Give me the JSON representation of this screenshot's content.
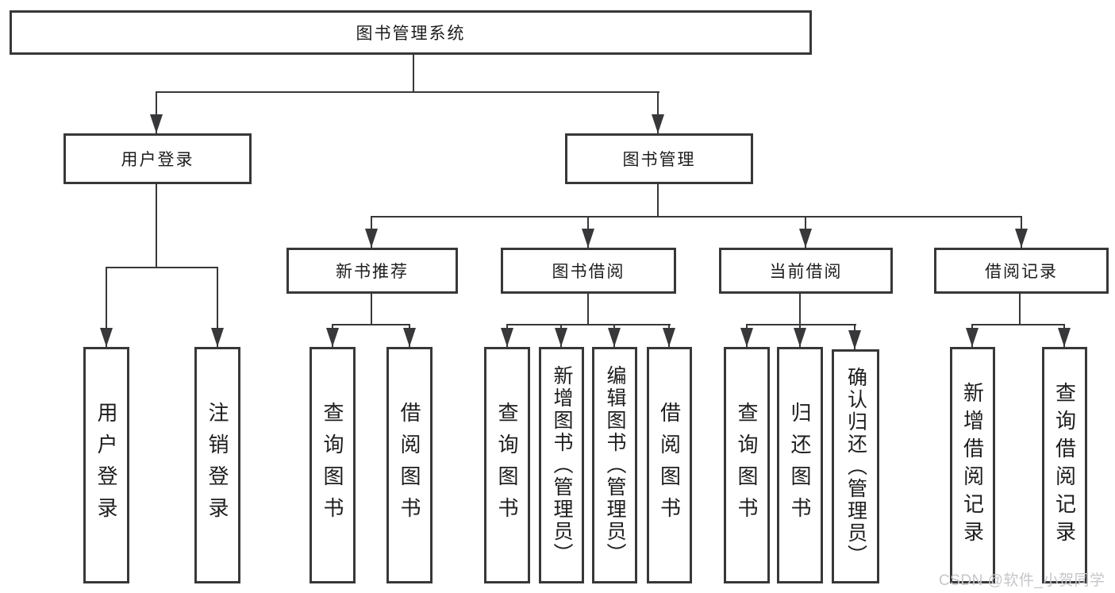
{
  "diagram": {
    "title": "图书管理系统",
    "root": {
      "label": "图书管理系统"
    },
    "level2": [
      {
        "label": "用户登录",
        "parent": "图书管理系统"
      },
      {
        "label": "图书管理",
        "parent": "图书管理系统"
      }
    ],
    "level3": [
      {
        "label": "新书推荐",
        "parent": "图书管理"
      },
      {
        "label": "图书借阅",
        "parent": "图书管理"
      },
      {
        "label": "当前借阅",
        "parent": "图书管理"
      },
      {
        "label": "借阅记录",
        "parent": "图书管理"
      }
    ],
    "leaves": [
      {
        "label": "用户登录",
        "parent": "用户登录"
      },
      {
        "label": "注销登录",
        "parent": "用户登录"
      },
      {
        "label": "查询图书",
        "parent": "新书推荐"
      },
      {
        "label": "借阅图书",
        "parent": "新书推荐"
      },
      {
        "label": "查询图书",
        "parent": "图书借阅"
      },
      {
        "label": "新增图书（管理员）",
        "parent": "图书借阅"
      },
      {
        "label": "编辑图书（管理员）",
        "parent": "图书借阅"
      },
      {
        "label": "借阅图书",
        "parent": "图书借阅"
      },
      {
        "label": "查询图书",
        "parent": "当前借阅"
      },
      {
        "label": "归还图书",
        "parent": "当前借阅"
      },
      {
        "label": "确认归还（管理员）",
        "parent": "当前借阅"
      },
      {
        "label": "新增借阅记录",
        "parent": "借阅记录"
      },
      {
        "label": "查询借阅记录",
        "parent": "借阅记录"
      }
    ],
    "colors": {
      "line": "#38383a",
      "background": "#ffffff",
      "text": "#1d1d1f"
    }
  },
  "watermark": {
    "text": "CSDN @软件_小贺同学",
    "color": "#c6c6ca"
  }
}
